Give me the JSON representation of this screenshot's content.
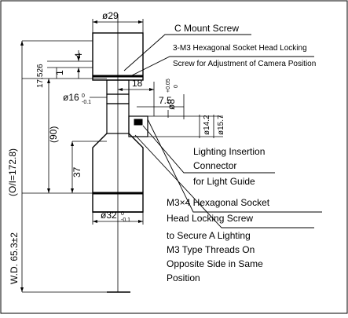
{
  "diagram": {
    "callouts": {
      "c_mount": "C Mount Screw",
      "m3_locking_1": "3-M3 Hexagonal Socket Head Locking",
      "m3_locking_2": "Screw for Adjustment of Camera Position",
      "lighting_1": "Lighting Insertion",
      "lighting_2": "Connector",
      "lighting_3": "for Light Guide",
      "m3x4_1": "M3×4 Hexagonal Socket",
      "m3x4_2": "Head Locking Screw",
      "secure_1": "to Secure A Lighting",
      "secure_2": "M3 Type Threads On",
      "secure_3": "Opposite Side in Same",
      "secure_4": "Position"
    },
    "dimensions": {
      "d29": "ø29",
      "d4": "4",
      "d1": "1",
      "d17526": "17.526",
      "d18": "18",
      "d7_5": "7.5",
      "d8": "ø8",
      "d8_tol_up": "+0.05",
      "d8_tol_lo": "0",
      "d16": "ø16",
      "d16_tol_up": "0",
      "d16_tol_lo": "-0.1",
      "d14_2": "ø14.2",
      "d15_7": "ø15.7",
      "d90": "(90)",
      "d37": "37",
      "d32": "ø32",
      "d32_tol_up": "0",
      "d32_tol_lo": "-0.1",
      "ol": "(O/I=172.8)",
      "wd": "W.D. 65.3±2"
    }
  }
}
